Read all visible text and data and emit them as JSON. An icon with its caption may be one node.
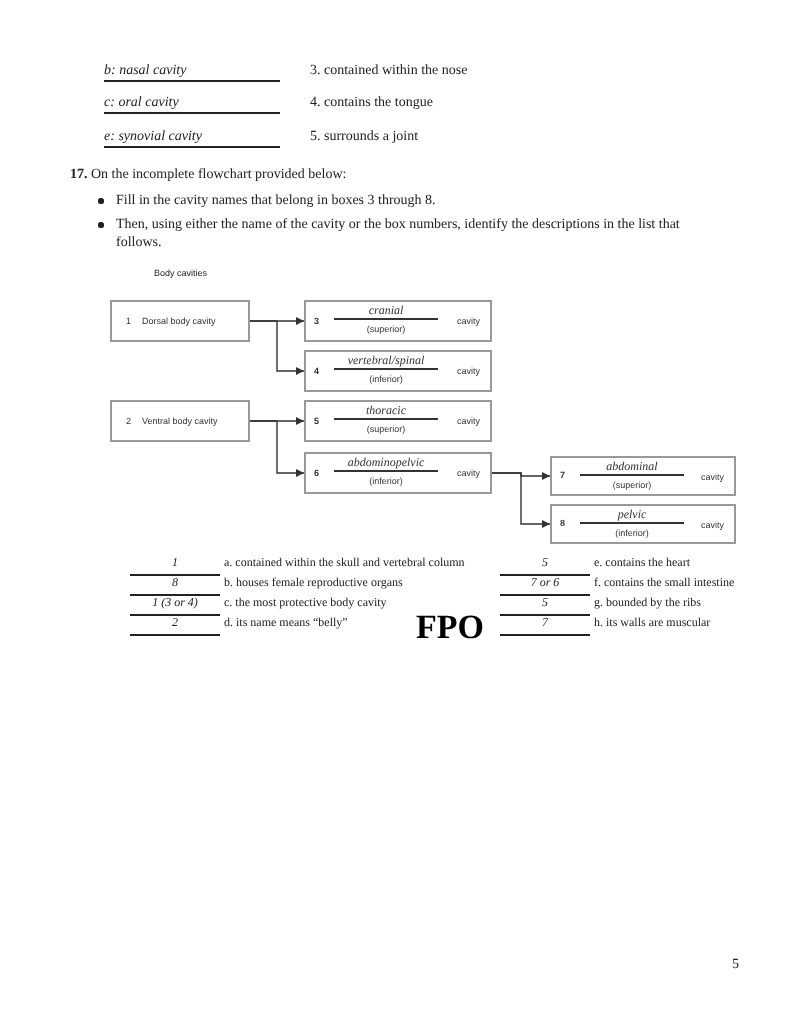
{
  "diagram": {
    "nodes": [
      {
        "text": [
          "1",
          "Dorsal body cavity"
        ]
      },
      {
        "text": [
          "3",
          "cranial",
          "(superior)",
          "cavity"
        ]
      },
      {
        "text": [
          "4",
          "vertebral/spinal",
          "(inferior)",
          "cavity"
        ]
      },
      {
        "text": [
          "2",
          "Ventral body cavity"
        ]
      },
      {
        "text": [
          "5",
          "thoracic",
          "(superior)",
          "cavity"
        ]
      },
      {
        "text": [
          "6",
          "abdominopelvic",
          "(inferior)",
          "cavity"
        ]
      },
      {
        "text": [
          "7",
          "abdominal",
          "(superior)",
          "cavity"
        ]
      },
      {
        "text": [
          "8",
          "pelvic",
          "(inferior)",
          "cavity"
        ]
      }
    ],
    "edges": [
      {
        "from": 0,
        "to": 1,
        "arrow": "to"
      },
      {
        "from": 0,
        "to": 2,
        "arrow": "to"
      },
      {
        "from": 3,
        "to": 4,
        "arrow": "to"
      },
      {
        "from": 3,
        "to": 5,
        "arrow": "to"
      },
      {
        "from": 5,
        "to": 6,
        "arrow": "to"
      },
      {
        "from": 5,
        "to": 7,
        "arrow": "to"
      }
    ],
    "labels": [
      "b: nasal cavity",
      "3. contained within the nose",
      "c: oral cavity",
      "4. contains the tongue",
      "e: synovial cavity",
      "5. surrounds a joint",
      "**17.** On the incomplete flowchart provided below:",
      "Fill in the cavity names that belong in boxes 3 through 8.",
      "Then, using either the name of the cavity or the box numbers, identify the descriptions in the list that follows.",
      "Body cavities",
      "1",
      "a. contained within the skull and vertebral column",
      "5",
      "e. contains the heart",
      "8",
      "b. houses female reproductive organs",
      "7 or 6",
      "f. contains the small intestine",
      "1 (3 or 4)",
      "c. the most protective body cavity",
      "5",
      "g. bounded by the ribs",
      "2",
      "d. its name means “belly”",
      "FPO",
      "7",
      "h. its walls are muscular",
      "5"
    ]
  }
}
